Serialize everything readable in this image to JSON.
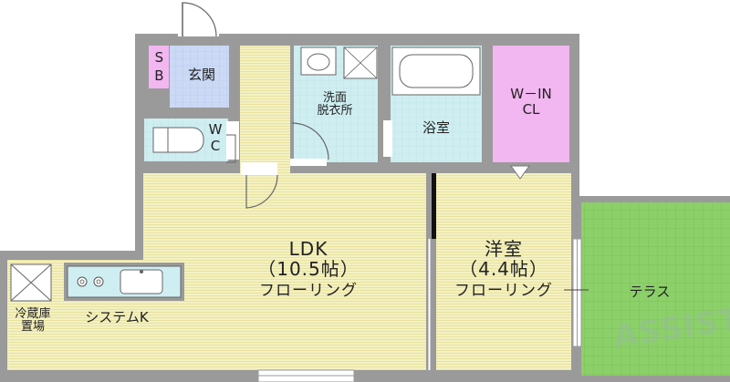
{
  "rooms": {
    "sb": "SB",
    "genkan": "玄関",
    "wc": "WC",
    "washroom_line1": "洗面",
    "washroom_line2": "脱衣所",
    "bath": "浴室",
    "wic_line1": "W－IN",
    "wic_line2": "CL",
    "ldk_name": "LDK",
    "ldk_size": "（10.5帖）",
    "ldk_floor": "フローリング",
    "western_name": "洋室",
    "western_size": "（4.4帖）",
    "western_floor": "フローリング",
    "terrace": "テラス",
    "fridge_line1": "冷蔵庫",
    "fridge_line2": "置場",
    "kitchen": "システムK"
  },
  "watermark": "ASSIST",
  "colors": {
    "wall": "#9a9a9a",
    "flooring": "#f3f0bf",
    "wet_area": "#cdeff2",
    "genkan": "#c9d8f4",
    "closet": "#f2b6f0",
    "terrace": "#8cd06a"
  }
}
